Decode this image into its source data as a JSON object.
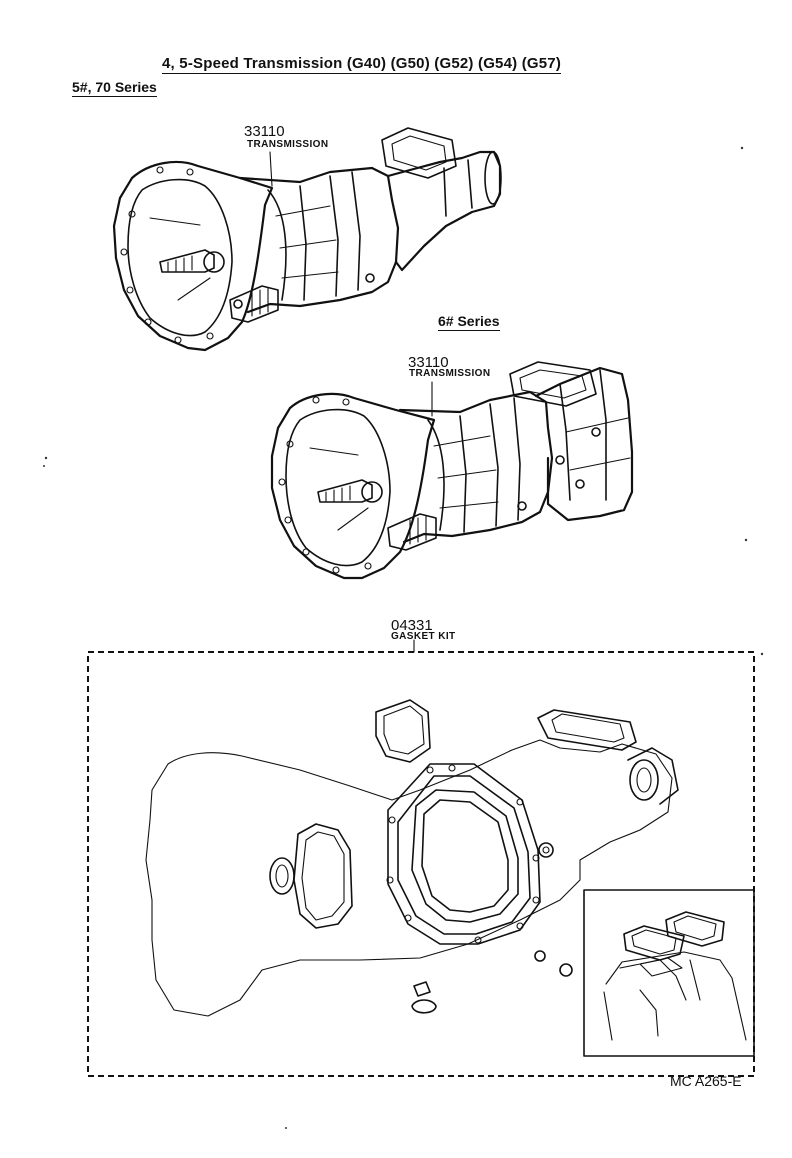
{
  "title": "4, 5-Speed Transmission (G40) (G50) (G52) (G54) (G57)",
  "sections": [
    {
      "series_label": "5#, 70 Series",
      "part_number": "33110",
      "part_name": "TRANSMISSION"
    },
    {
      "series_label": "6# Series",
      "part_number": "33110",
      "part_name": "TRANSMISSION"
    }
  ],
  "gasket_kit": {
    "part_number": "04331",
    "part_name": "GASKET KIT"
  },
  "reference_code": "MC A265-E"
}
